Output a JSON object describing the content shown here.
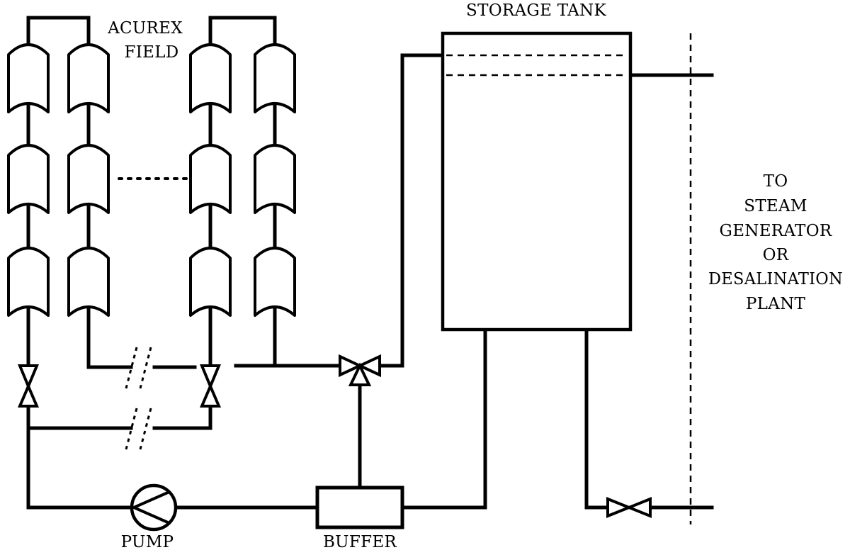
{
  "labels": {
    "field_line1": "ACUREX",
    "field_line2": "FIELD",
    "storage_tank": "STORAGE TANK",
    "pump": "PUMP",
    "buffer": "BUFFER",
    "output_lines": [
      "TO",
      "STEAM",
      "GENERATOR",
      "OR",
      "DESALINATION",
      "PLANT"
    ]
  }
}
